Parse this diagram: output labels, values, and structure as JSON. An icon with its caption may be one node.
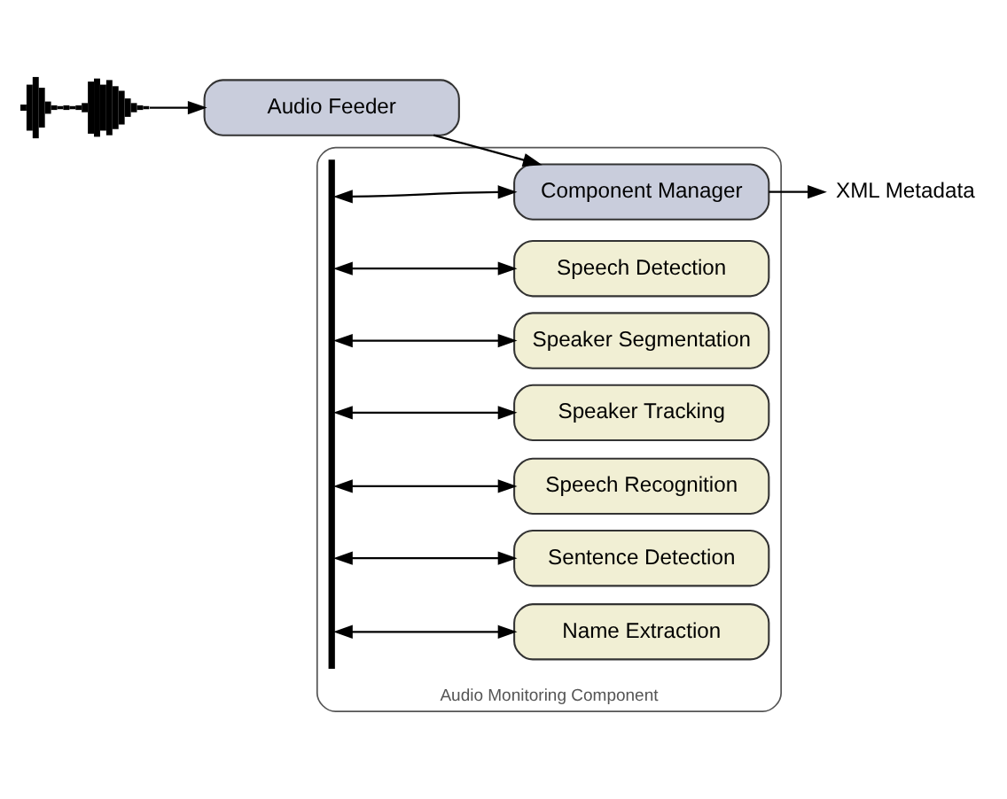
{
  "diagram": {
    "nodes": [
      {
        "text": [],
        "shape": "picture"
      },
      {
        "text": [
          "Audio Feeder"
        ]
      },
      {
        "text": [
          "XML Metadata"
        ]
      },
      {
        "text": [
          "Audio Monitoring Component"
        ]
      },
      {
        "text": [],
        "shape": "bar",
        "in": 3
      },
      {
        "text": [
          "Component Manager"
        ],
        "in": 3
      },
      {
        "text": [
          "Speech Detection"
        ],
        "in": 3
      },
      {
        "text": [
          "Speaker Segmentation"
        ],
        "in": 3
      },
      {
        "text": [
          "Speaker Tracking"
        ],
        "in": 3
      },
      {
        "text": [
          "Speech Recognition"
        ],
        "in": 3
      },
      {
        "text": [
          "Sentence Detection"
        ],
        "in": 3
      },
      {
        "text": [
          "Name Extraction"
        ],
        "in": 3
      }
    ],
    "edges": [
      {
        "from": 0,
        "to": 1,
        "arrow": "to"
      },
      {
        "from": 1,
        "to": 5,
        "arrow": "to"
      },
      {
        "from": 5,
        "to": 2,
        "arrow": "to"
      },
      {
        "from": 4,
        "to": 5,
        "arrow": "both"
      },
      {
        "from": 4,
        "to": 6,
        "arrow": "both"
      },
      {
        "from": 4,
        "to": 7,
        "arrow": "both"
      },
      {
        "from": 4,
        "to": 8,
        "arrow": "both"
      },
      {
        "from": 4,
        "to": 9,
        "arrow": "both"
      },
      {
        "from": 4,
        "to": 10,
        "arrow": "both"
      },
      {
        "from": 4,
        "to": 11,
        "arrow": "both"
      }
    ]
  }
}
